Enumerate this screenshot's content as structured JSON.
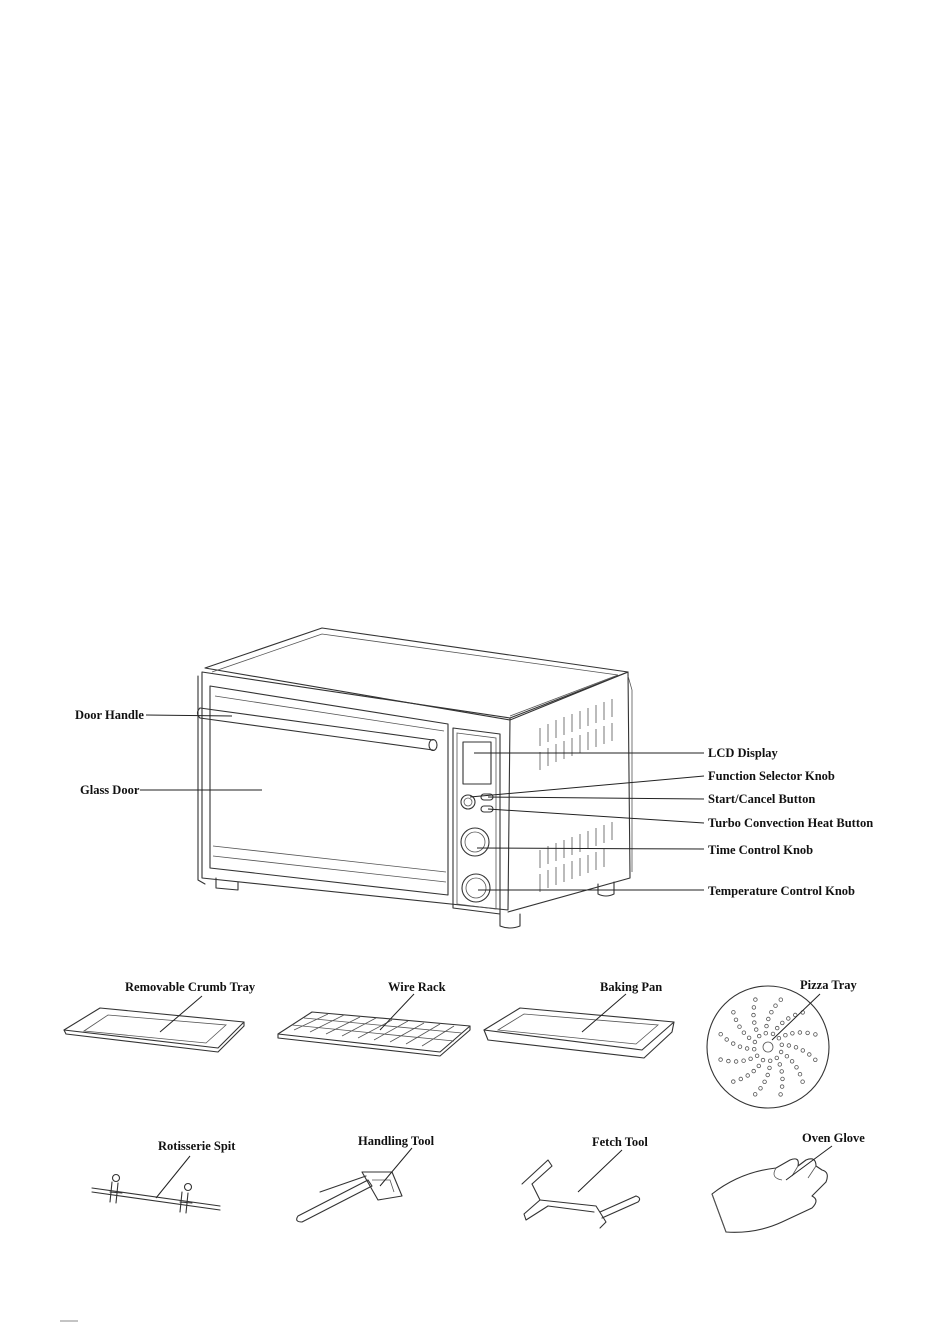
{
  "labels": {
    "door_handle": "Door Handle",
    "glass_door": "Glass Door",
    "lcd_display": "LCD Display",
    "function_selector_knob": "Function Selector Knob",
    "start_cancel_button": "Start/Cancel Button",
    "turbo_convection_heat_button": "Turbo Convection Heat Button",
    "time_control_knob": "Time Control Knob",
    "temperature_control_knob": "Temperature Control Knob"
  },
  "accessories": {
    "removable_crumb_tray": "Removable Crumb Tray",
    "wire_rack": "Wire Rack",
    "baking_pan": "Baking Pan",
    "pizza_tray": "Pizza Tray",
    "rotisserie_spit": "Rotisserie Spit",
    "handling_tool": "Handling Tool",
    "fetch_tool": "Fetch Tool",
    "oven_glove": "Oven Glove"
  }
}
